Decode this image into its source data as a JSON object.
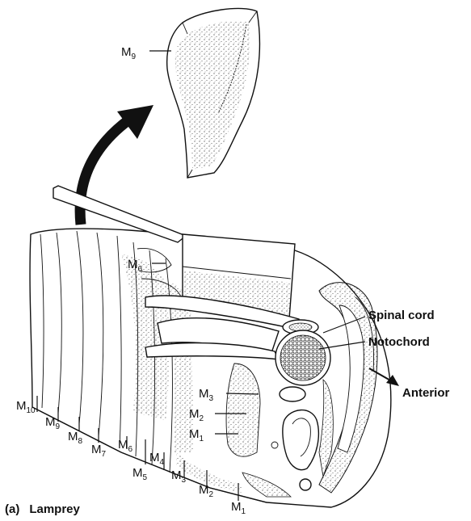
{
  "figure_caption": {
    "tag": "(a)",
    "title": "Lamprey"
  },
  "labels": {
    "spinal_cord": "Spinal cord",
    "notochord": "Notochord",
    "anterior": "Anterior"
  },
  "myotome_prefix": "M",
  "inset_subscript": "9",
  "top_subscript": "6",
  "inner_subscripts": [
    "3",
    "2",
    "1"
  ],
  "lower_row_subscripts": [
    "10",
    "9",
    "8",
    "7",
    "6",
    "4",
    "5",
    "3",
    "2",
    "1"
  ],
  "colors": {
    "ink": "#111111",
    "paper": "#ffffff"
  }
}
